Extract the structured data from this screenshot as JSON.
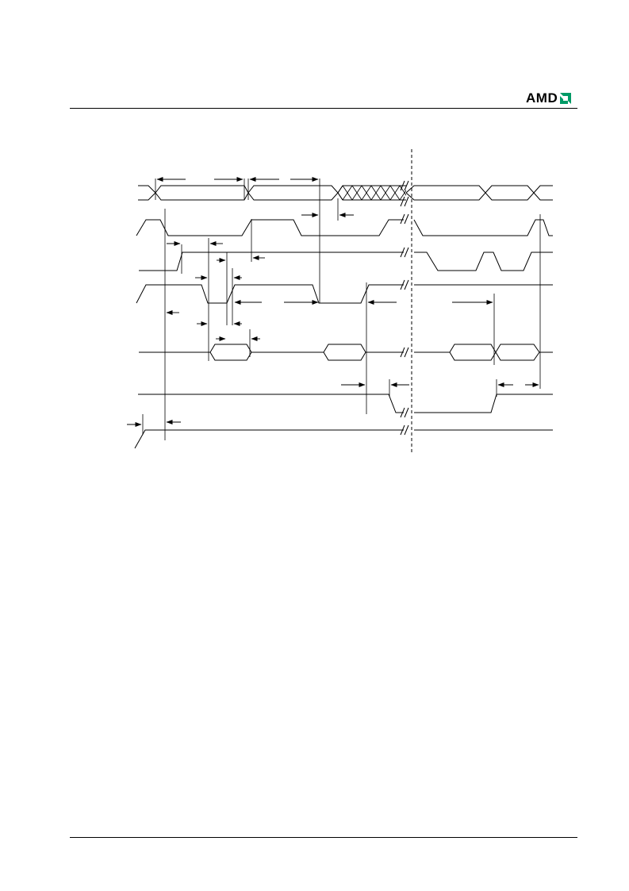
{
  "header": {
    "brand": "AMD",
    "brand_color": "#000000",
    "logo_mark_color": "#009a66",
    "logo_icon": "amd-arrow-logo-icon"
  },
  "diagram": {
    "type": "timing-waveform",
    "signal_count": 7,
    "break_marker": "//",
    "divider_style": "dashed-vertical"
  }
}
